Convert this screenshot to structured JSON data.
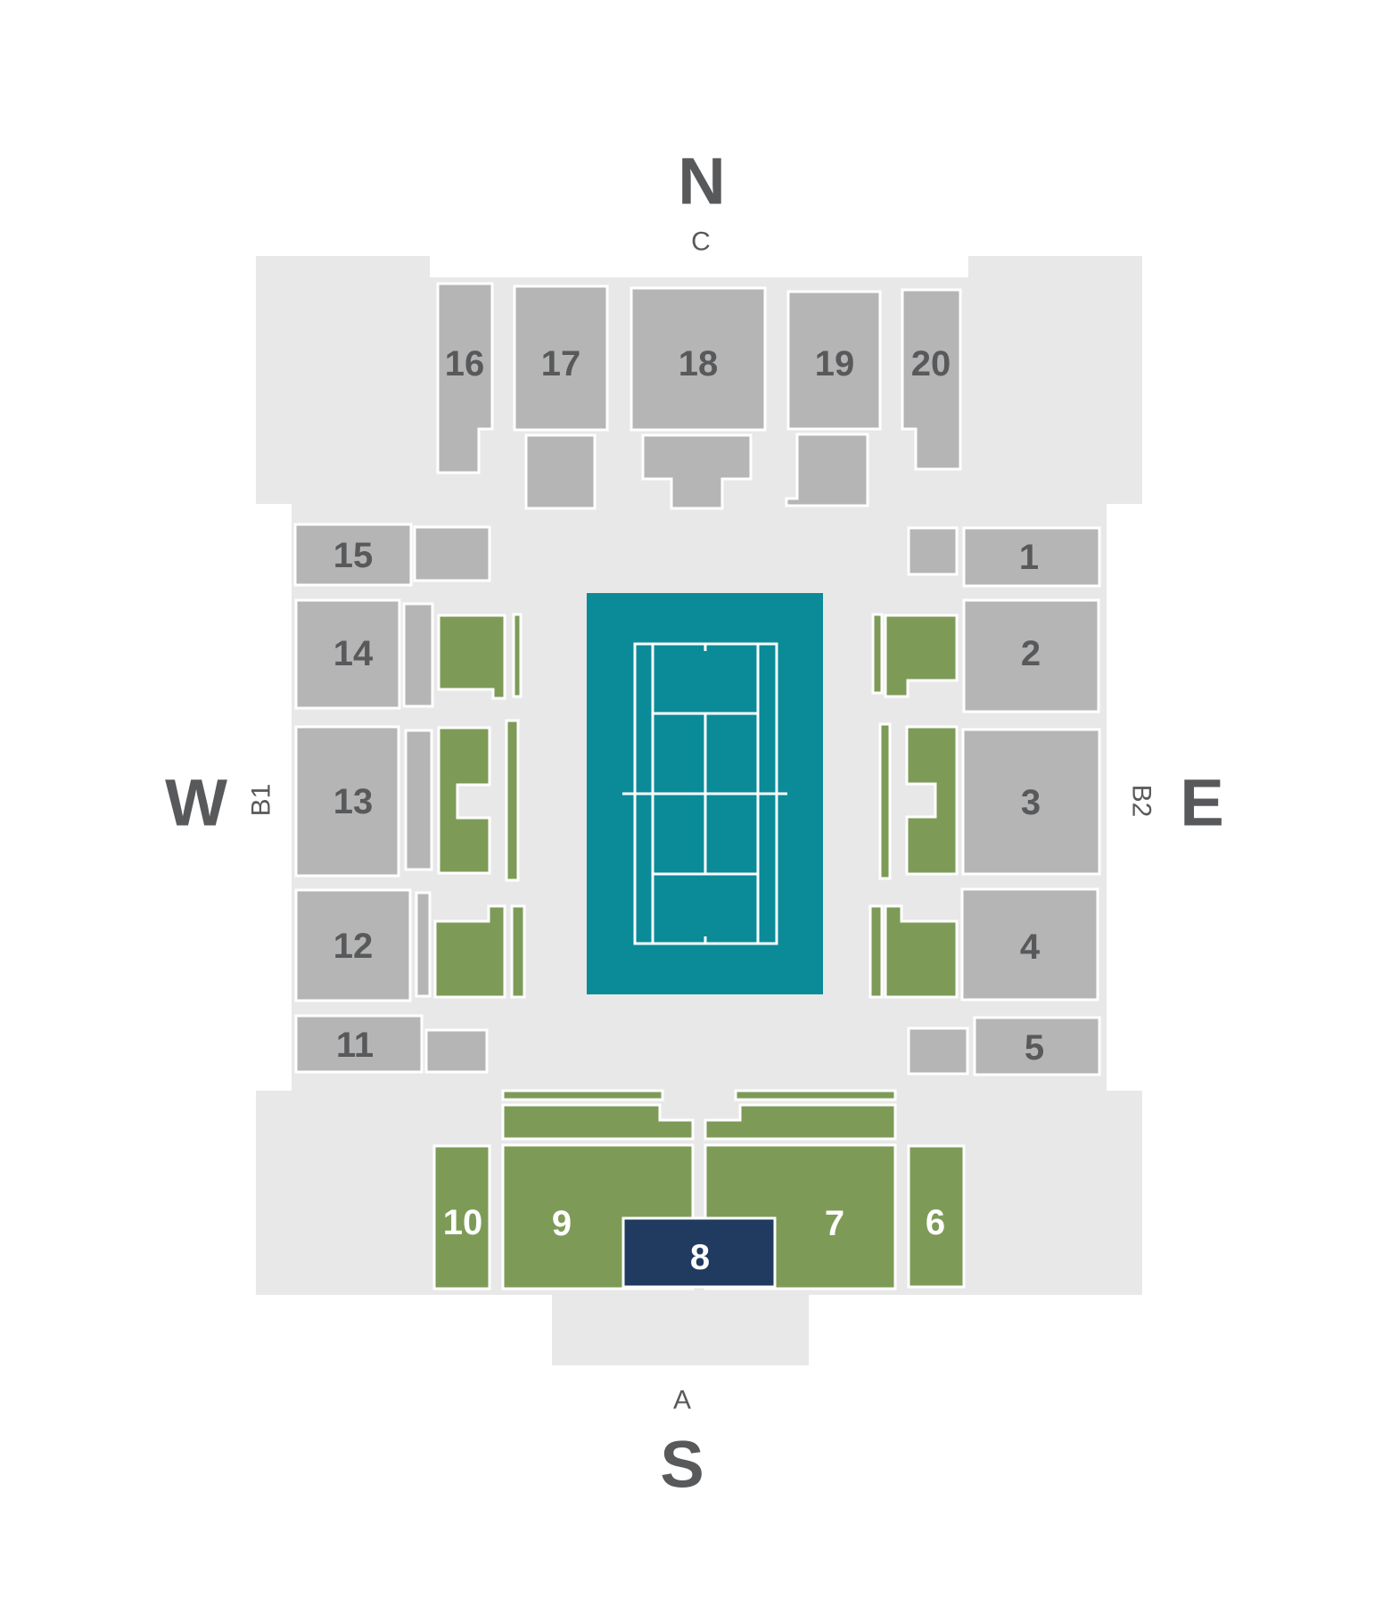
{
  "compass": {
    "north": "N",
    "south": "S",
    "east": "E",
    "west": "W"
  },
  "gates": {
    "north_gate": "C",
    "south_gate": "A",
    "west_gate": "B1",
    "east_gate": "B2"
  },
  "sections": {
    "s1": {
      "label": "1",
      "color": "gray"
    },
    "s2": {
      "label": "2",
      "color": "gray"
    },
    "s3": {
      "label": "3",
      "color": "gray"
    },
    "s4": {
      "label": "4",
      "color": "gray"
    },
    "s5": {
      "label": "5",
      "color": "gray"
    },
    "s6": {
      "label": "6",
      "color": "green"
    },
    "s7": {
      "label": "7",
      "color": "green"
    },
    "s8": {
      "label": "8",
      "color": "navy"
    },
    "s9": {
      "label": "9",
      "color": "green"
    },
    "s10": {
      "label": "10",
      "color": "green"
    },
    "s11": {
      "label": "11",
      "color": "gray"
    },
    "s12": {
      "label": "12",
      "color": "gray"
    },
    "s13": {
      "label": "13",
      "color": "gray"
    },
    "s14": {
      "label": "14",
      "color": "gray"
    },
    "s15": {
      "label": "15",
      "color": "gray"
    },
    "s16": {
      "label": "16",
      "color": "gray"
    },
    "s17": {
      "label": "17",
      "color": "gray"
    },
    "s18": {
      "label": "18",
      "color": "gray"
    },
    "s19": {
      "label": "19",
      "color": "gray"
    },
    "s20": {
      "label": "20",
      "color": "gray"
    }
  },
  "colors": {
    "background": "#ffffff",
    "concourse": "#e8e8e8",
    "section_gray": "#b5b5b5",
    "section_green": "#7d9b57",
    "section_navy": "#203a60",
    "court_teal": "#0b8b98",
    "court_lines": "#ffffff",
    "label_text": "#58595b",
    "label_text_on_color": "#ffffff"
  }
}
